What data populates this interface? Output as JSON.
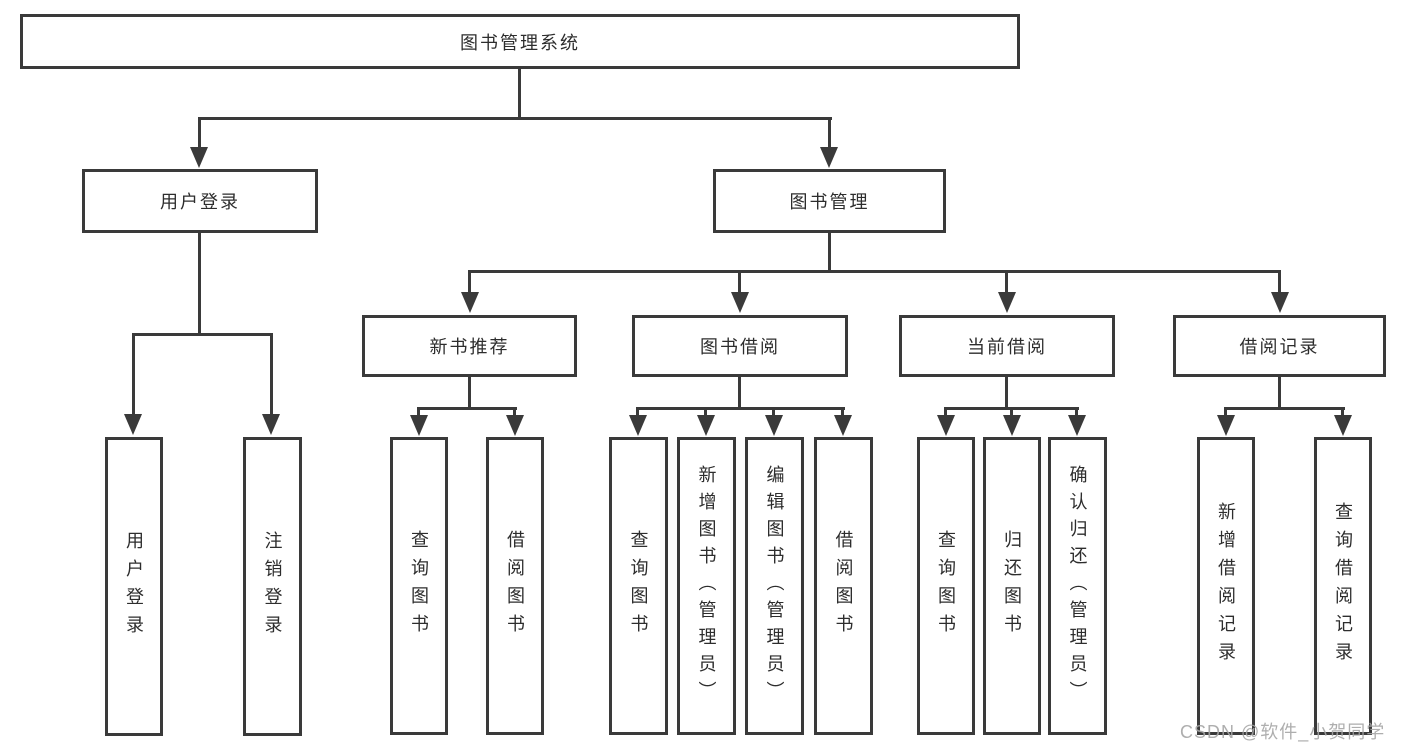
{
  "diagram_type": "hierarchy-tree",
  "tree": {
    "label": "图书管理系统",
    "children": [
      {
        "label": "用户登录",
        "children": [
          {
            "label": "用户登录"
          },
          {
            "label": "注销登录"
          }
        ]
      },
      {
        "label": "图书管理",
        "children": [
          {
            "label": "新书推荐",
            "children": [
              {
                "label": "查询图书"
              },
              {
                "label": "借阅图书"
              }
            ]
          },
          {
            "label": "图书借阅",
            "children": [
              {
                "label": "查询图书"
              },
              {
                "label": "新增图书（管理员）"
              },
              {
                "label": "编辑图书（管理员）"
              },
              {
                "label": "借阅图书"
              }
            ]
          },
          {
            "label": "当前借阅",
            "children": [
              {
                "label": "查询图书"
              },
              {
                "label": "归还图书"
              },
              {
                "label": "确认归还（管理员）"
              }
            ]
          },
          {
            "label": "借阅记录",
            "children": [
              {
                "label": "新增借阅记录"
              },
              {
                "label": "查询借阅记录"
              }
            ]
          }
        ]
      }
    ]
  },
  "watermark": {
    "text": "CSDN @软件_小贺同学"
  },
  "colors": {
    "line": "#3a3a3a",
    "text": "#2d2d2d",
    "background": "#ffffff",
    "watermark": "#a6a6a6"
  }
}
